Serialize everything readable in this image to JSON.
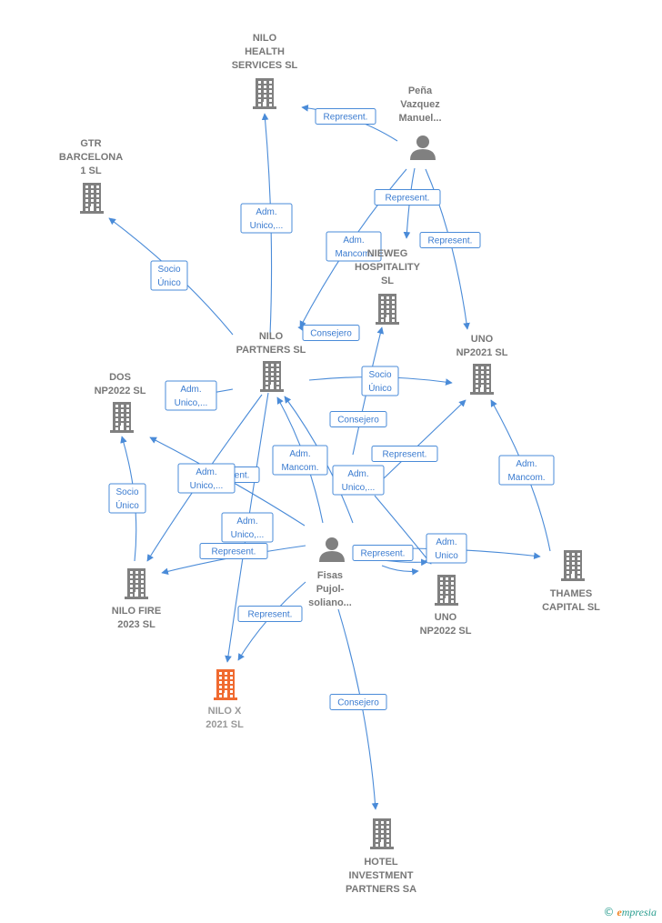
{
  "colors": {
    "edge": "#4a8bd8",
    "company": "#808080",
    "focus": "#f06a30",
    "person": "#808080"
  },
  "nodes": [
    {
      "id": "nilo_health",
      "type": "company",
      "label": [
        "NILO",
        "HEALTH",
        "SERVICES  SL"
      ]
    },
    {
      "id": "gtr",
      "type": "company",
      "label": [
        "GTR",
        "BARCELONA",
        "1  SL"
      ]
    },
    {
      "id": "pena",
      "type": "person",
      "label": [
        "Peña",
        "Vazquez",
        "Manuel..."
      ]
    },
    {
      "id": "nieweg",
      "type": "company",
      "label": [
        "NIEWEG",
        "HOSPITALITY",
        "SL"
      ]
    },
    {
      "id": "uno2021",
      "type": "company",
      "label": [
        "UNO",
        "NP2021  SL"
      ]
    },
    {
      "id": "nilo_partners",
      "type": "company",
      "label": [
        "NILO",
        "PARTNERS  SL"
      ]
    },
    {
      "id": "dos2022",
      "type": "company",
      "label": [
        "DOS",
        "NP2022  SL"
      ]
    },
    {
      "id": "fisas",
      "type": "person",
      "label": [
        "Fisas",
        "Pujol-",
        "soliano..."
      ]
    },
    {
      "id": "thames",
      "type": "company",
      "label": [
        "THAMES",
        "CAPITAL  SL"
      ]
    },
    {
      "id": "uno2022",
      "type": "company",
      "label": [
        "UNO",
        "NP2022  SL"
      ]
    },
    {
      "id": "nilo_fire",
      "type": "company",
      "label": [
        "NILO FIRE",
        "2023  SL"
      ]
    },
    {
      "id": "nilo_x",
      "type": "focus",
      "label": [
        "NILO X",
        "2021  SL"
      ]
    },
    {
      "id": "hotel",
      "type": "company",
      "label": [
        "HOTEL",
        "INVESTMENT",
        "PARTNERS SA"
      ]
    }
  ],
  "edges": [
    {
      "label": [
        "Represent."
      ]
    },
    {
      "label": [
        "Adm.",
        "Unico,..."
      ]
    },
    {
      "label": [
        "Socio",
        "Único"
      ]
    },
    {
      "label": [
        "Represent."
      ]
    },
    {
      "label": [
        "Adm.",
        "Mancom."
      ]
    },
    {
      "label": [
        "Represent."
      ]
    },
    {
      "label": [
        "Consejero"
      ]
    },
    {
      "label": [
        "Adm.",
        "Unico,..."
      ]
    },
    {
      "label": [
        "Socio",
        "Único"
      ]
    },
    {
      "label": [
        "Consejero"
      ]
    },
    {
      "label": [
        "Represent."
      ]
    },
    {
      "label": [
        "Adm.",
        "Mancom."
      ]
    },
    {
      "label": [
        "Adm.",
        "Mancom."
      ]
    },
    {
      "label": [
        "Adm.",
        "Unico,..."
      ]
    },
    {
      "label": [
        "Represent."
      ]
    },
    {
      "label": [
        "Adm.",
        "Unico,..."
      ]
    },
    {
      "label": [
        "Adm.",
        "Unico,..."
      ]
    },
    {
      "label": [
        "Socio",
        "Único"
      ]
    },
    {
      "label": [
        "Represent."
      ]
    },
    {
      "label": [
        "Represent."
      ]
    },
    {
      "label": [
        "Represent."
      ]
    },
    {
      "label": [
        "Adm.",
        "Unico"
      ]
    },
    {
      "label": [
        "Consejero"
      ]
    }
  ],
  "brand": {
    "symbol": "©",
    "first": "e",
    "rest": "mpresia"
  }
}
